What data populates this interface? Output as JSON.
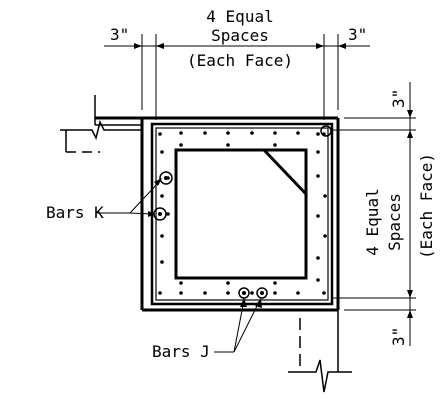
{
  "labels": {
    "top_left_dim": "3\"",
    "top_right_dim": "3\"",
    "top_spaces_line1": "4 Equal",
    "top_spaces_line2": "Spaces",
    "top_spaces_line3": "(Each Face)",
    "right_top_dim": "3\"",
    "right_bottom_dim": "3\"",
    "right_spaces_line1": "4 Equal",
    "right_spaces_line2": "Spaces",
    "right_spaces_line3": "(Each Face)",
    "bars_k": "Bars K",
    "bars_j": "Bars J"
  }
}
